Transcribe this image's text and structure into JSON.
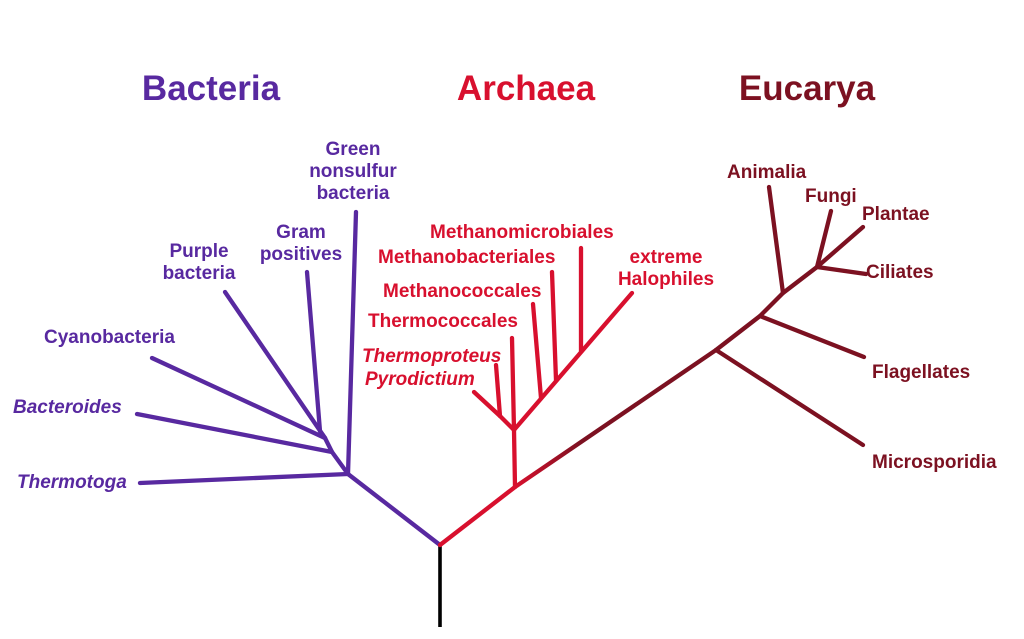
{
  "figure": {
    "kind": "phylogenetic tree of life",
    "background": "#ffffff"
  },
  "colors": {
    "bacteria_purple": "#5829a0",
    "archaea_red": "#d8102e",
    "eucarya_darkred": "#7c1121",
    "root_black": "#000000"
  },
  "headers": {
    "bacteria": "Bacteria",
    "archaea": "Archaea",
    "eucarya": "Eucarya"
  },
  "bacteria": {
    "green_nonsulfur": "Green\nnonsulfur\nbacteria",
    "gram_positives": "Gram\npositives",
    "purple_bacteria": "Purple\nbacteria",
    "cyanobacteria": "Cyanobacteria",
    "bacteroides": "Bacteroides",
    "thermotoga": "Thermotoga"
  },
  "archaea": {
    "methanomicrobiales": "Methanomicrobiales",
    "methanobacteriales": "Methanobacteriales",
    "methanococcales": "Methanococcales",
    "thermococcales": "Thermococcales",
    "thermoproteus": "Thermoproteus",
    "pyrodictium": "Pyrodictium",
    "extreme_halophiles": "extreme\nHalophiles"
  },
  "eucarya": {
    "animalia": "Animalia",
    "fungi": "Fungi",
    "plantae": "Plantae",
    "ciliates": "Ciliates",
    "flagellates": "Flagellates",
    "microsporidia": "Microsporidia"
  }
}
